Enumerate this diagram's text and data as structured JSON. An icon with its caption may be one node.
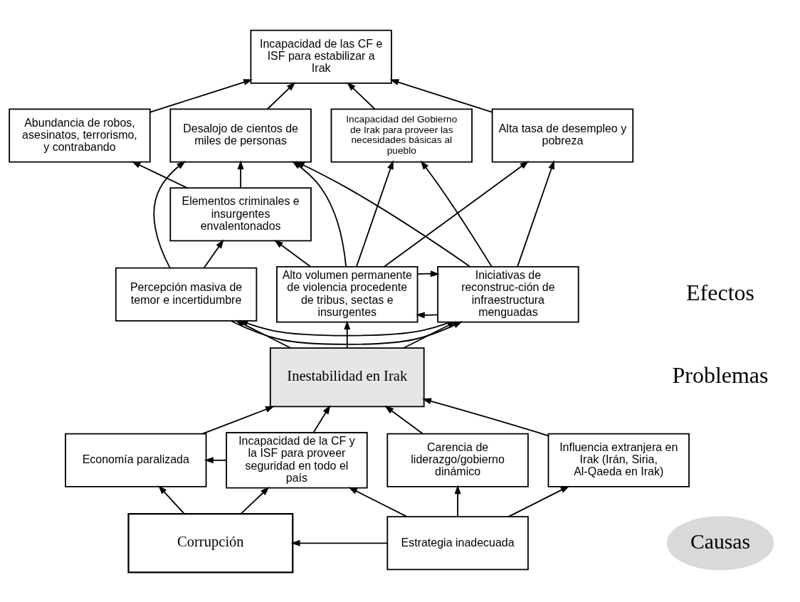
{
  "diagram": {
    "nodes": [
      {
        "text": [
          "Incapacidad de las CF e ISF para estabilizar a Irak"
        ]
      },
      {
        "text": [
          "Abundancia de robos, asesinatos, terrorismo, y contrabando"
        ]
      },
      {
        "text": [
          "Desalojo de cientos de miles de personas"
        ]
      },
      {
        "text": [
          "Incapacidad del Gobierno de Irak para proveer las necesidades básicas al pueblo"
        ]
      },
      {
        "text": [
          "Alta tasa de desempleo y pobreza"
        ]
      },
      {
        "text": [
          "Elementos criminales e insurgentes envalentonados"
        ]
      },
      {
        "text": [
          "Alto volumen permanente de violencia procedente de tribus, sectas e insurgentes"
        ]
      },
      {
        "text": [
          "Iniciativas de reconstruc-ción de infraestructura menguadas"
        ]
      },
      {
        "text": [
          "Percepción masiva de temor e incertidumbre"
        ]
      },
      {
        "text": [
          "Inestabilidad en Irak"
        ]
      },
      {
        "text": [
          "Economía paralizada"
        ]
      },
      {
        "text": [
          "Incapacidad de la CF y la ISF para proveer seguridad en todo el país"
        ]
      },
      {
        "text": [
          "Carencia de liderazgo/gobierno dinámico"
        ]
      },
      {
        "text": [
          "Influencia extranjera en Irak (Irán, Siria, Al-Qaeda en Irak)"
        ]
      },
      {
        "text": [
          "Causas"
        ]
      },
      {
        "text": [
          "Corrupción"
        ]
      },
      {
        "text": [
          "Estrategia inadecuada"
        ]
      }
    ],
    "edges": [
      {
        "from": 1,
        "to": 0,
        "arrow": "to"
      },
      {
        "from": 2,
        "to": 0,
        "arrow": "to"
      },
      {
        "from": 3,
        "to": 0,
        "arrow": "to"
      },
      {
        "from": 4,
        "to": 0,
        "arrow": "to"
      },
      {
        "from": 5,
        "to": 1,
        "arrow": "to"
      },
      {
        "from": 5,
        "to": 2,
        "arrow": "to"
      },
      {
        "from": 6,
        "to": 5,
        "arrow": "to"
      },
      {
        "from": 6,
        "to": 2,
        "arrow": "to"
      },
      {
        "from": 6,
        "to": 3,
        "arrow": "to"
      },
      {
        "from": 6,
        "to": 4,
        "arrow": "to"
      },
      {
        "from": 7,
        "to": 2,
        "arrow": "to"
      },
      {
        "from": 7,
        "to": 3,
        "arrow": "to"
      },
      {
        "from": 7,
        "to": 4,
        "arrow": "to"
      },
      {
        "from": 8,
        "to": 2,
        "arrow": "to"
      },
      {
        "from": 8,
        "to": 5,
        "arrow": "to"
      },
      {
        "from": 6,
        "to": 7,
        "arrow": "to"
      },
      {
        "from": 7,
        "to": 6,
        "arrow": "to"
      },
      {
        "from": 7,
        "to": 8,
        "arrow": "to"
      },
      {
        "from": 8,
        "to": 7,
        "arrow": "to"
      },
      {
        "from": 9,
        "to": 6,
        "arrow": "to"
      },
      {
        "from": 9,
        "to": 7,
        "arrow": "to"
      },
      {
        "from": 9,
        "to": 8,
        "arrow": "to"
      },
      {
        "from": 10,
        "to": 9,
        "arrow": "to"
      },
      {
        "from": 11,
        "to": 9,
        "arrow": "to"
      },
      {
        "from": 12,
        "to": 9,
        "arrow": "to"
      },
      {
        "from": 13,
        "to": 9,
        "arrow": "to"
      },
      {
        "from": 11,
        "to": 10,
        "arrow": "to"
      },
      {
        "from": 15,
        "to": 10,
        "arrow": "to"
      },
      {
        "from": 15,
        "to": 11,
        "arrow": "to"
      },
      {
        "from": 16,
        "to": 15,
        "arrow": "to"
      },
      {
        "from": 16,
        "to": 11,
        "arrow": "to"
      },
      {
        "from": 16,
        "to": 12,
        "arrow": "to"
      },
      {
        "from": 16,
        "to": 13,
        "arrow": "to"
      }
    ],
    "labels": [
      "Efectos",
      "Problemas"
    ]
  }
}
